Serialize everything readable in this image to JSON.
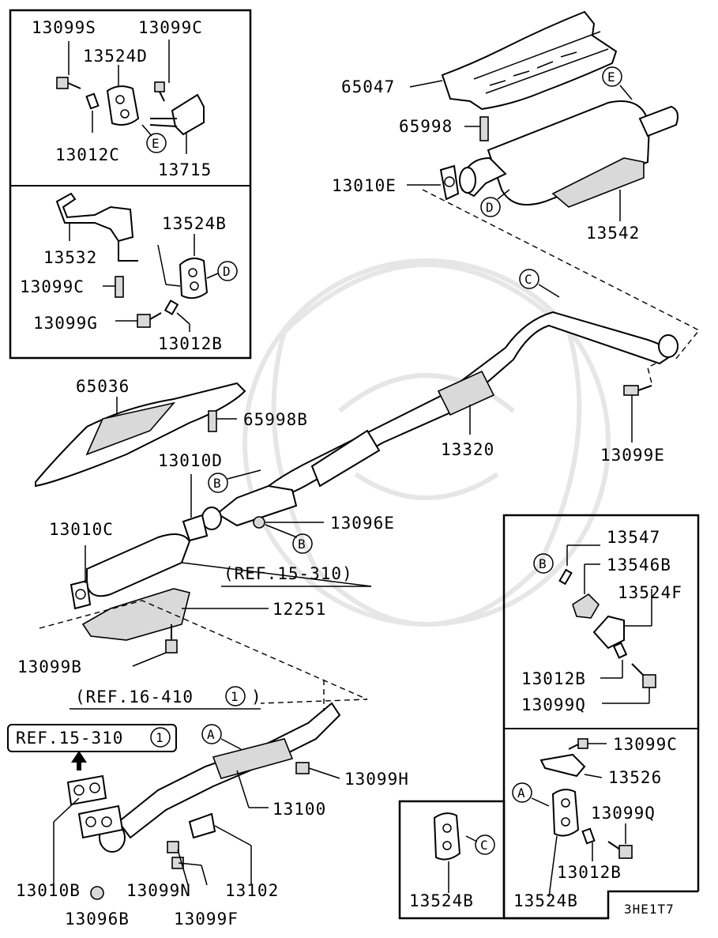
{
  "diagram_code": "3HE1T7",
  "callouts": {
    "A": "A",
    "B": "B",
    "C": "C",
    "D": "D",
    "E": "E",
    "one": "1"
  },
  "refs": {
    "ref_15_310": "(REF.15-310)",
    "ref_16_410": "(REF.16-410",
    "ref_15_310_box": "REF.15-310"
  },
  "parts": {
    "p13099S": "13099S",
    "p13099C_top": "13099C",
    "p13524D": "13524D",
    "p13012C": "13012C",
    "p13715": "13715",
    "p13532": "13532",
    "p13524B_top": "13524B",
    "p13099C_mid": "13099C",
    "p13099G": "13099G",
    "p13012B_top": "13012B",
    "p65047": "65047",
    "p65998": "65998",
    "p13010E": "13010E",
    "p13542": "13542",
    "p65036": "65036",
    "p65998B": "65998B",
    "p13010D": "13010D",
    "p13096E": "13096E",
    "p13320": "13320",
    "p13099E": "13099E",
    "p13010C": "13010C",
    "p12251": "12251",
    "p13099B": "13099B",
    "p13099H": "13099H",
    "p13100": "13100",
    "p13010B": "13010B",
    "p13096B": "13096B",
    "p13099N": "13099N",
    "p13102": "13102",
    "p13099F": "13099F",
    "p13547": "13547",
    "p13546B": "13546B",
    "p13524F": "13524F",
    "p13012B_right": "13012B",
    "p13099Q_right": "13099Q",
    "p13099C_br": "13099C",
    "p13526": "13526",
    "p13099Q_br": "13099Q",
    "p13012B_br": "13012B",
    "p13524B_br": "13524B",
    "p13524B_bm": "13524B"
  }
}
